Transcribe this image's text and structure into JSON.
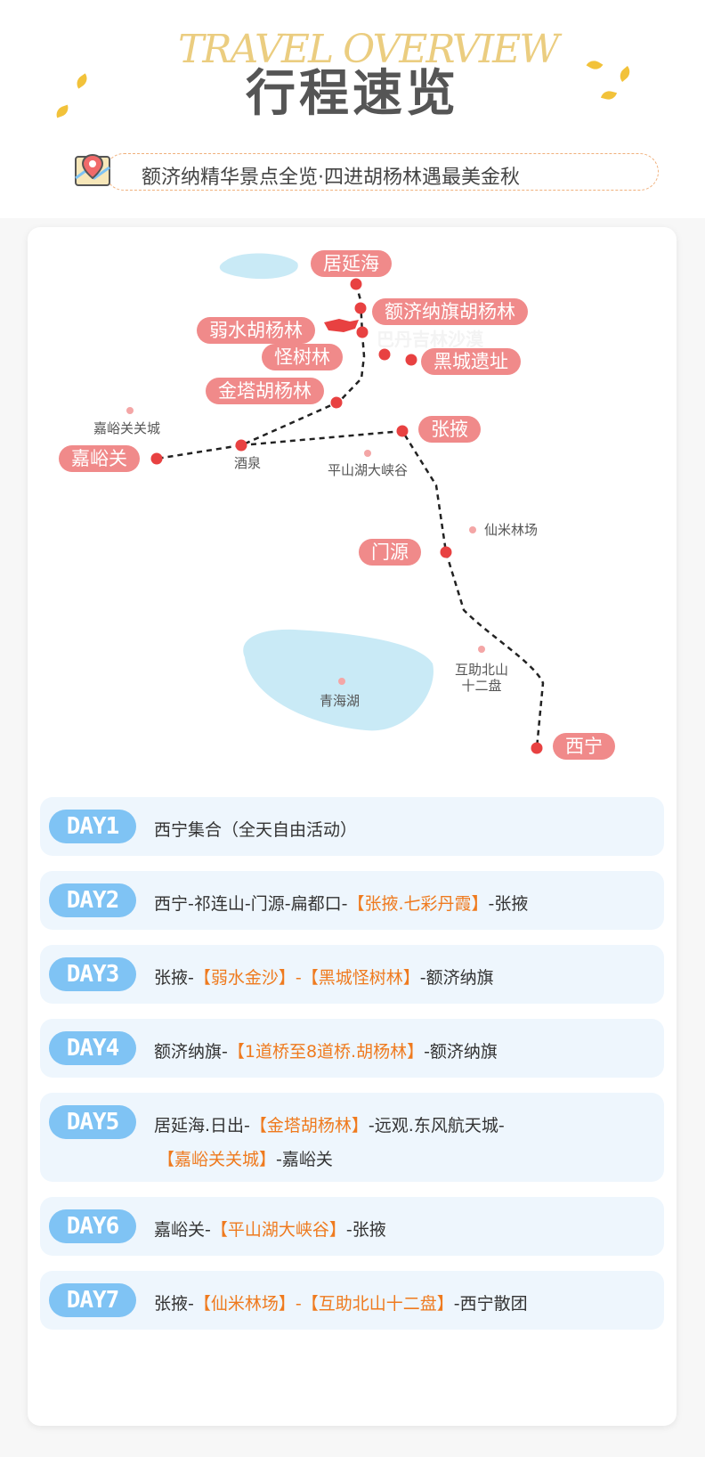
{
  "header": {
    "script_title": "TRAVEL OVERVIEW",
    "title": "行程速览",
    "subtitle": "额济纳精华景点全览·四进胡杨林遇最美金秋",
    "map_icon": "map-pin-icon",
    "accent_color": "#f08a8a",
    "badge_color": "#7fc3f4",
    "highlight_color": "#ef7a1e"
  },
  "map": {
    "cities": {
      "juyanhai": "居延海",
      "ejina": "额济纳旗胡杨林",
      "ruoshui": "弱水胡杨林",
      "guaishu": "怪树林",
      "heicheng": "黑城遗址",
      "jinta": "金塔胡杨林",
      "zhangye": "张掖",
      "jiayuguan": "嘉峪关",
      "menyuan": "门源",
      "xining": "西宁"
    },
    "pois": {
      "jiayuguan_city": "嘉峪关关城",
      "jiuquan": "酒泉",
      "pingshanhu": "平山湖大峡谷",
      "xianmi": "仙米林场",
      "huzhu_line1": "互助北山",
      "huzhu_line2": "十二盘",
      "qinghai_lake": "青海湖"
    },
    "desert": "巴丹吉林沙漠"
  },
  "days": [
    {
      "badge": "DAY1",
      "parts": [
        {
          "t": "西宁集合（全天自由活动）",
          "hl": false
        }
      ]
    },
    {
      "badge": "DAY2",
      "parts": [
        {
          "t": "西宁-祁连山-门源-扁都口-",
          "hl": false
        },
        {
          "t": "【张掖.七彩丹霞】",
          "hl": true
        },
        {
          "t": "-张掖",
          "hl": false
        }
      ]
    },
    {
      "badge": "DAY3",
      "parts": [
        {
          "t": "张掖-",
          "hl": false
        },
        {
          "t": "【弱水金沙】-【黑城怪树林】",
          "hl": true
        },
        {
          "t": "-额济纳旗",
          "hl": false
        }
      ]
    },
    {
      "badge": "DAY4",
      "parts": [
        {
          "t": "额济纳旗-",
          "hl": false
        },
        {
          "t": "【1道桥至8道桥.胡杨林】",
          "hl": true
        },
        {
          "t": "-额济纳旗",
          "hl": false
        }
      ]
    },
    {
      "badge": "DAY5",
      "parts": [
        {
          "t": "居延海.日出-",
          "hl": false
        },
        {
          "t": "【金塔胡杨林】",
          "hl": true
        },
        {
          "t": "-远观.东风航天城-",
          "hl": false
        }
      ],
      "parts2": [
        {
          "t": "【嘉峪关关城】",
          "hl": true
        },
        {
          "t": "-嘉峪关",
          "hl": false
        }
      ]
    },
    {
      "badge": "DAY6",
      "parts": [
        {
          "t": "嘉峪关-",
          "hl": false
        },
        {
          "t": "【平山湖大峡谷】",
          "hl": true
        },
        {
          "t": "-张掖",
          "hl": false
        }
      ]
    },
    {
      "badge": "DAY7",
      "parts": [
        {
          "t": "张掖-",
          "hl": false
        },
        {
          "t": "【仙米林场】-【互助北山十二盘】",
          "hl": true
        },
        {
          "t": "-西宁散团",
          "hl": false
        }
      ]
    }
  ]
}
